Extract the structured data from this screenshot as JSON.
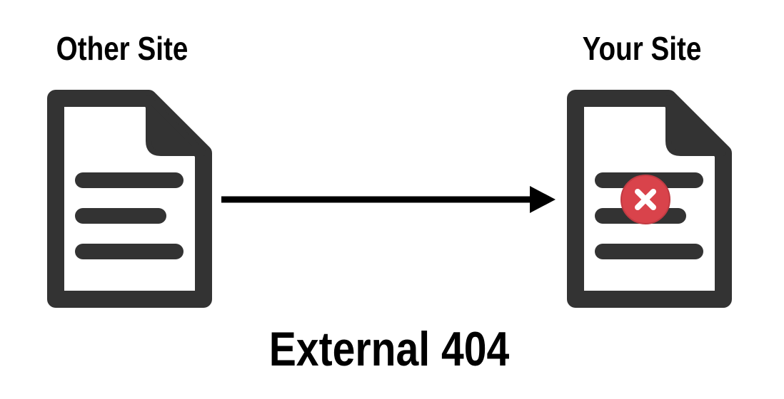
{
  "diagram": {
    "source_label": "Other Site",
    "target_label": "Your Site",
    "caption": "External 404"
  },
  "icons": {
    "source": "document-icon",
    "target": "document-icon",
    "arrow": "arrow-right-icon",
    "error": "error-x-icon"
  },
  "colors": {
    "icon": "#333333",
    "arrow": "#000000",
    "error": "#d9434b",
    "text": "#000000"
  }
}
